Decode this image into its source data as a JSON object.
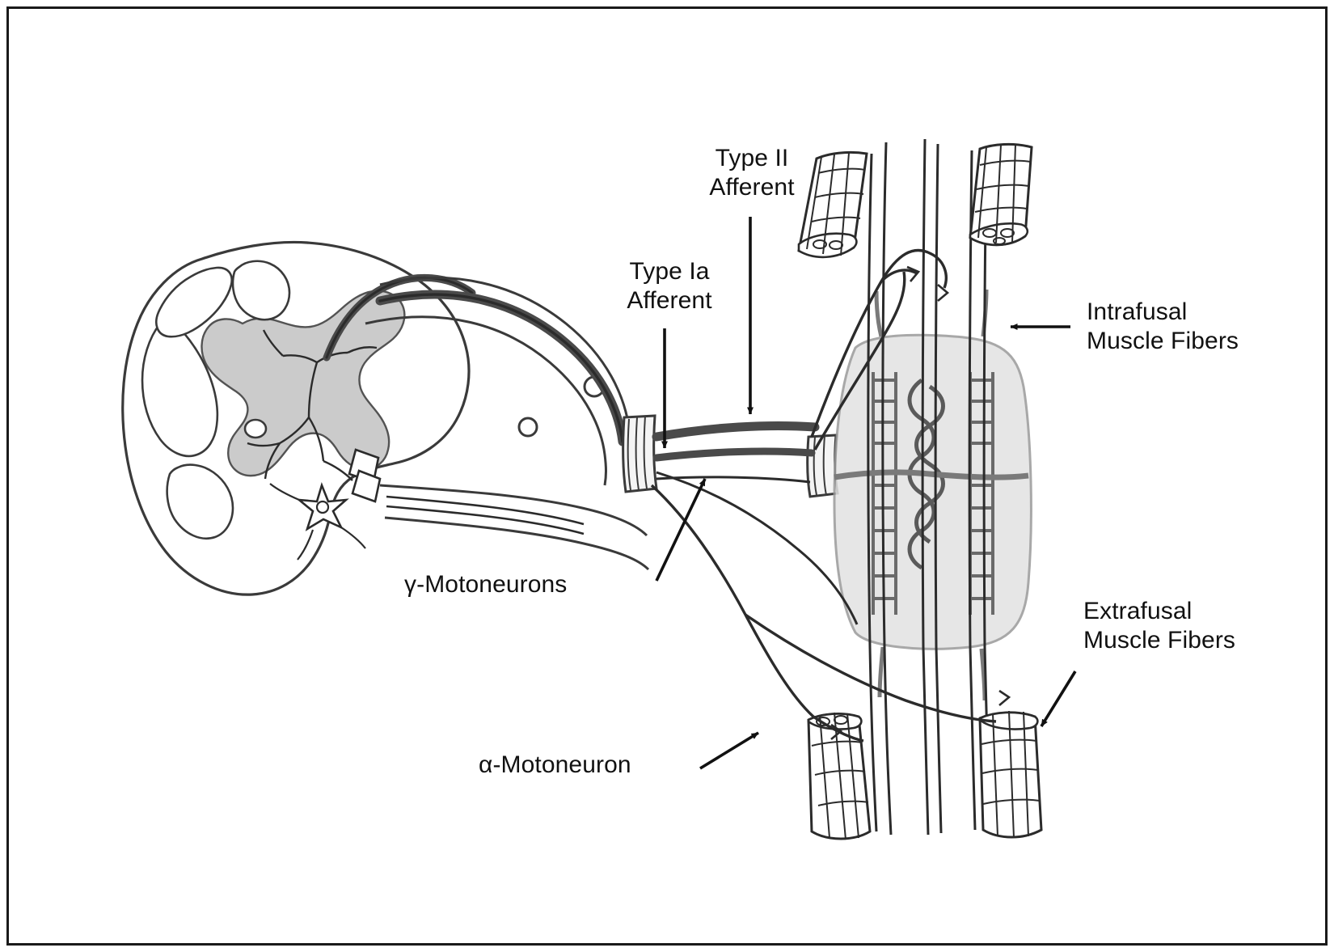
{
  "figure": {
    "title": "Muscle spindle reflex circuitry schematic",
    "border_color": "#1a1a1a",
    "background_color": "#ffffff",
    "ink_color": "#2b2b2b",
    "fill_light": "#e2e2e2",
    "fill_mid": "#c9c9c9",
    "fill_dark": "#9a9a9a"
  },
  "labels": {
    "type_ii_afferent": "Type II\nAfferent",
    "type_ia_afferent": "Type Ia\nAfferent",
    "intrafusal_muscle_fibers": "Intrafusal\nMuscle Fibers",
    "extrafusal_muscle_fibers": "Extrafusal\nMuscle Fibers",
    "gamma_motoneurons": "γ-Motoneurons",
    "alpha_motoneuron": "α-Motoneuron"
  },
  "structures": {
    "spinal_cord_section": "spinal-cord-cross-section",
    "muscle_spindle": "muscle-spindle-capsule",
    "nerve_root": "ventral-dorsal-nerve-root",
    "extrafusal_top_left": "extrafusal-fiber-top-left",
    "extrafusal_top_right": "extrafusal-fiber-top-right",
    "extrafusal_bottom_left": "extrafusal-fiber-bottom-left",
    "extrafusal_bottom_right": "extrafusal-fiber-bottom-right"
  }
}
